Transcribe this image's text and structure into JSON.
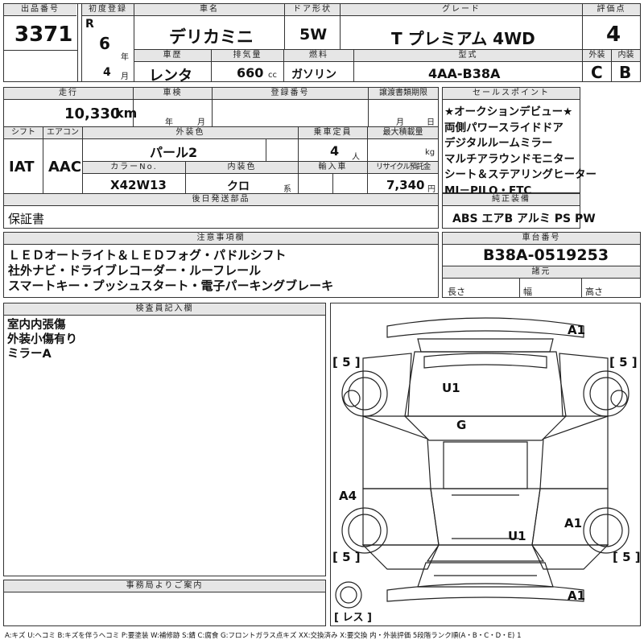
{
  "header": {
    "lot_no_label": "出品番号",
    "lot_no": "3371",
    "first_reg_label": "初度登録",
    "era": "R",
    "year_num": "6",
    "year_unit": "年",
    "month_num": "4",
    "month_unit": "月",
    "car_name_label": "車名",
    "car_name": "デリカミニ",
    "door_label": "ドア形状",
    "door": "5W",
    "grade_label": "グレード",
    "grade": "T プレミアム 4WD",
    "score_label": "評価点",
    "score": "4",
    "history_label": "車歴",
    "history": "レンタ",
    "displacement_label": "排気量",
    "displacement": "660",
    "displacement_unit": "cc",
    "fuel_label": "燃料",
    "fuel": "ガソリン",
    "model_label": "型式",
    "model": "4AA-B38A",
    "exterior_label": "外装",
    "exterior_grade": "C",
    "interior_label": "内装",
    "interior_grade": "B"
  },
  "row2": {
    "mileage_label": "走行",
    "mileage": "10,330",
    "mileage_unit": "km",
    "inspection_label": "車検",
    "insp_year_unit": "年",
    "insp_month_unit": "月",
    "reg_no_label": "登録番号",
    "transfer_label": "譲渡書類期限",
    "transfer_month_unit": "月",
    "transfer_day_unit": "日",
    "shift_label": "シフト",
    "shift": "IAT",
    "ac_label": "エアコン",
    "ac": "AAC",
    "color_label": "外装色",
    "color": "パール2",
    "capacity_label": "乗車定員",
    "capacity": "4",
    "capacity_unit": "人",
    "load_label": "最大積載量",
    "load_unit": "kg",
    "color_no_label": "カラーNo.",
    "color_no": "X42W13",
    "int_color_label": "内装色",
    "int_color": "クロ",
    "int_color_unit": "系",
    "import_label": "輸入車",
    "recycle_label": "リサイクル預託金",
    "recycle": "7,340",
    "recycle_unit": "円",
    "later_parts_label": "後日発送部品",
    "later_parts": "保証書"
  },
  "sales_points": {
    "label": "セールスポイント",
    "lines": [
      "★オークションデビュー★",
      "両側パワースライドドア",
      "デジタルルームミラー",
      "マルチアラウンドモニター",
      "シート＆ステアリングヒーター",
      "MI－PILO・ETC"
    ]
  },
  "equipment": {
    "label": "純正装備",
    "value": "ABS エアB アルミ PS PW"
  },
  "notes": {
    "label": "注意事項欄",
    "lines": [
      "ＬＥＤオートライト＆ＬＥＤフォグ・パドルシフト",
      "社外ナビ・ドライブレコーダー・ルーフレール",
      "スマートキー・プッシュスタート・電子パーキングブレーキ"
    ]
  },
  "chassis": {
    "label": "車台番号",
    "value": "B38A-0519253",
    "spec_label": "諸元",
    "length_label": "長さ",
    "width_label": "幅",
    "height_label": "高さ"
  },
  "inspector": {
    "label": "検査員記入欄",
    "lines": [
      "室内内張傷",
      "外装小傷有り",
      "ミラーA"
    ]
  },
  "office": {
    "label": "事務局よりご案内"
  },
  "diagram": {
    "marks": {
      "a1_top": "A1",
      "u1_hood": "U1",
      "g_glass": "G",
      "a4_left": "A4",
      "a1_right": "A1",
      "u1_rear": "U1",
      "a1_bottom": "A1"
    },
    "tread": {
      "fl": "[ 5 ]",
      "fr": "[ 5 ]",
      "rl": "[ 5 ]",
      "rr": "[ 5 ]",
      "spare": "[ レス ]"
    }
  },
  "legend": "A:キズ U:ヘコミ B:キズを伴うヘコミ P:要塗装 W:補修跡 S:錆 C:腐食 G:フロントガラス点キズ XX:交換済み X:要交換 内・外装評価 5段階ランク順(A・B・C・D・E) 1"
}
